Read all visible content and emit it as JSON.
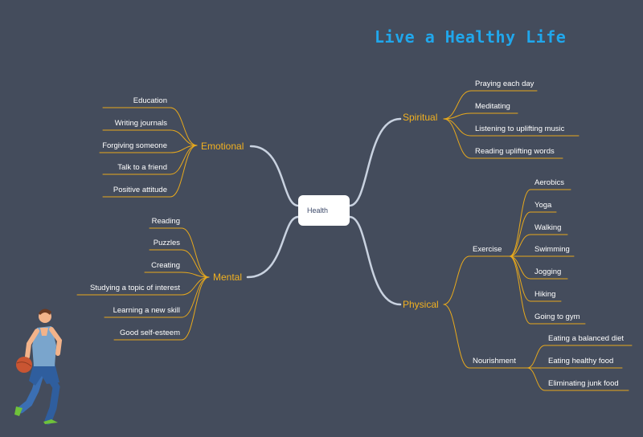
{
  "title": "Live a Healthy Life",
  "root": "Health",
  "branches": {
    "emotional": {
      "label": "Emotional",
      "items": [
        "Education",
        "Writing journals",
        "Forgiving someone",
        "Talk to a friend",
        "Positive attitude"
      ]
    },
    "mental": {
      "label": "Mental",
      "items": [
        "Reading",
        "Puzzles",
        "Creating",
        "Studying a topic of interest",
        "Learning a new skill",
        "Good self-esteem"
      ]
    },
    "spiritual": {
      "label": "Spiritual",
      "items": [
        "Praying each day",
        "Meditating",
        "Listening to uplifting music",
        "Reading uplifting words"
      ]
    },
    "physical": {
      "label": "Physical",
      "exercise": {
        "label": "Exercise",
        "items": [
          "Aerobics",
          "Yoga",
          "Walking",
          "Swimming",
          "Jogging",
          "Hiking",
          "Going to gym"
        ]
      },
      "nourishment": {
        "label": "Nourishment",
        "items": [
          "Eating a balanced diet",
          "Eating healthy food",
          "Eliminating junk food"
        ]
      }
    }
  },
  "colors": {
    "background": "#444c5c",
    "title": "#20a7ec",
    "branch_text": "#f2b120",
    "branch_line": "#e8a91c",
    "main_line": "#c9d2e0",
    "leaf_text": "#ffffff"
  }
}
